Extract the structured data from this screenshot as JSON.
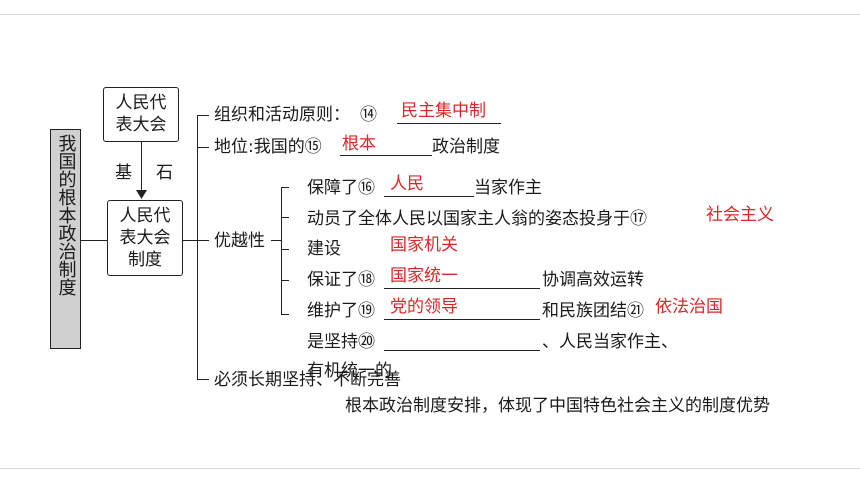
{
  "root": {
    "text": "我国的根本政治制度"
  },
  "npc_box": {
    "line1": "人民代",
    "line2": "表大会"
  },
  "basis": {
    "left": "基",
    "right": "石"
  },
  "system_box": {
    "line1": "人民代",
    "line2": "表大会",
    "line3": "制度"
  },
  "branches": {
    "principle": {
      "label": "组织和活动原则：",
      "num": "⑭",
      "answer": "民主集中制"
    },
    "status": {
      "prefix": "地位:我国的",
      "num": "⑮",
      "answer": "根本",
      "suffix": "政治制度"
    },
    "superiority_label": "优越性",
    "must": "必须长期坚持、不断完善"
  },
  "superiority_items": [
    {
      "prefix": "保障了",
      "num": "⑯",
      "answer": "人民",
      "suffix": "当家作主"
    },
    {
      "prefix": "动员了全体人民以国家主人翁的姿态投身于",
      "num": "⑰",
      "answer": "社会主义"
    },
    {
      "prefix": "建设",
      "answer": "国家机关"
    },
    {
      "prefix": "保证了",
      "num": "⑱",
      "answer": "国家统一",
      "suffix": "协调高效运转"
    },
    {
      "prefix": "维护了",
      "num": "⑲",
      "answer": "党的领导",
      "suffix": "和民族团结",
      "num2": "㉑",
      "answer2": "依法治国"
    }
  ],
  "conclusion": {
    "line1_prefix": "是坚持",
    "line1_num": "⑳",
    "line1_suffix": "、人民当家作主、",
    "line2": "有机统一的",
    "line3": "根本政治制度安排，体现了中国特色社会主义的制度优势"
  }
}
